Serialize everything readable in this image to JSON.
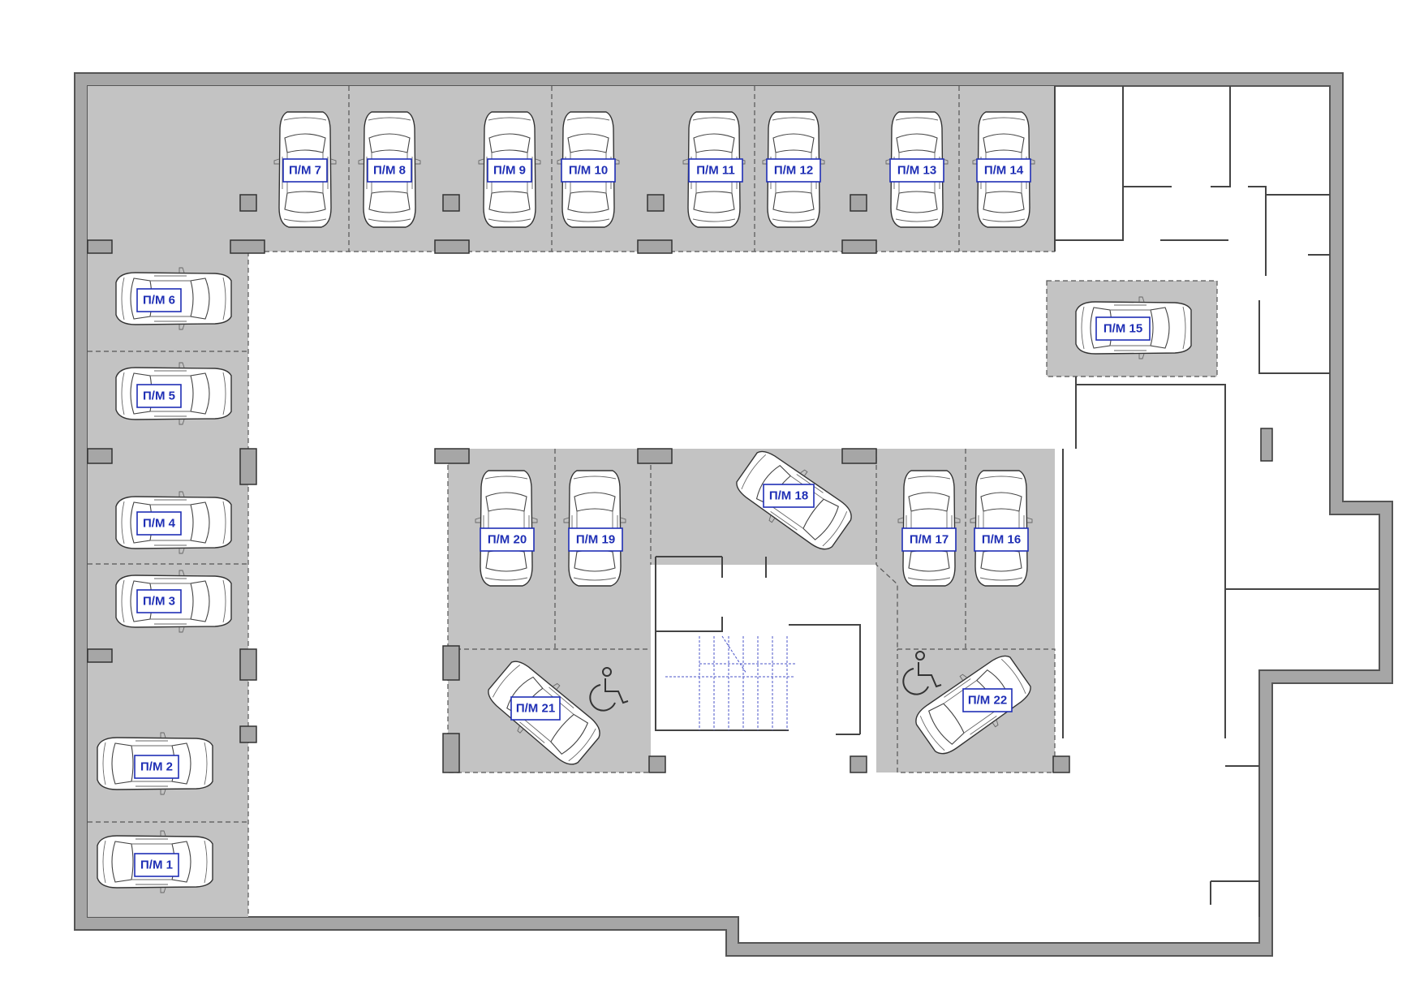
{
  "drawing": {
    "type": "underground parking floor plan"
  },
  "parking_spaces": [
    {
      "id": "pm1",
      "label": "П/М 1"
    },
    {
      "id": "pm2",
      "label": "П/М 2"
    },
    {
      "id": "pm3",
      "label": "П/М 3"
    },
    {
      "id": "pm4",
      "label": "П/М 4"
    },
    {
      "id": "pm5",
      "label": "П/М 5"
    },
    {
      "id": "pm6",
      "label": "П/М 6"
    },
    {
      "id": "pm7",
      "label": "П/М 7"
    },
    {
      "id": "pm8",
      "label": "П/М 8"
    },
    {
      "id": "pm9",
      "label": "П/М 9"
    },
    {
      "id": "pm10",
      "label": "П/М 10"
    },
    {
      "id": "pm11",
      "label": "П/М 11"
    },
    {
      "id": "pm12",
      "label": "П/М 12"
    },
    {
      "id": "pm13",
      "label": "П/М 13"
    },
    {
      "id": "pm14",
      "label": "П/М 14"
    },
    {
      "id": "pm15",
      "label": "П/М 15"
    },
    {
      "id": "pm16",
      "label": "П/М 16"
    },
    {
      "id": "pm17",
      "label": "П/М 17"
    },
    {
      "id": "pm18",
      "label": "П/М 18"
    },
    {
      "id": "pm19",
      "label": "П/М 19"
    },
    {
      "id": "pm20",
      "label": "П/М 20"
    },
    {
      "id": "pm21",
      "label": "П/М 21",
      "accessible": true
    },
    {
      "id": "pm22",
      "label": "П/М 22",
      "accessible": true
    }
  ],
  "icons": {
    "accessible_parking": "wheelchair-icon",
    "vehicle": "car-icon"
  },
  "colors": {
    "label": "#1f2fb5",
    "parking_slab": "#c3c3c3",
    "walls": "#a6a6a6",
    "stair_lines": "#4b55c9"
  }
}
